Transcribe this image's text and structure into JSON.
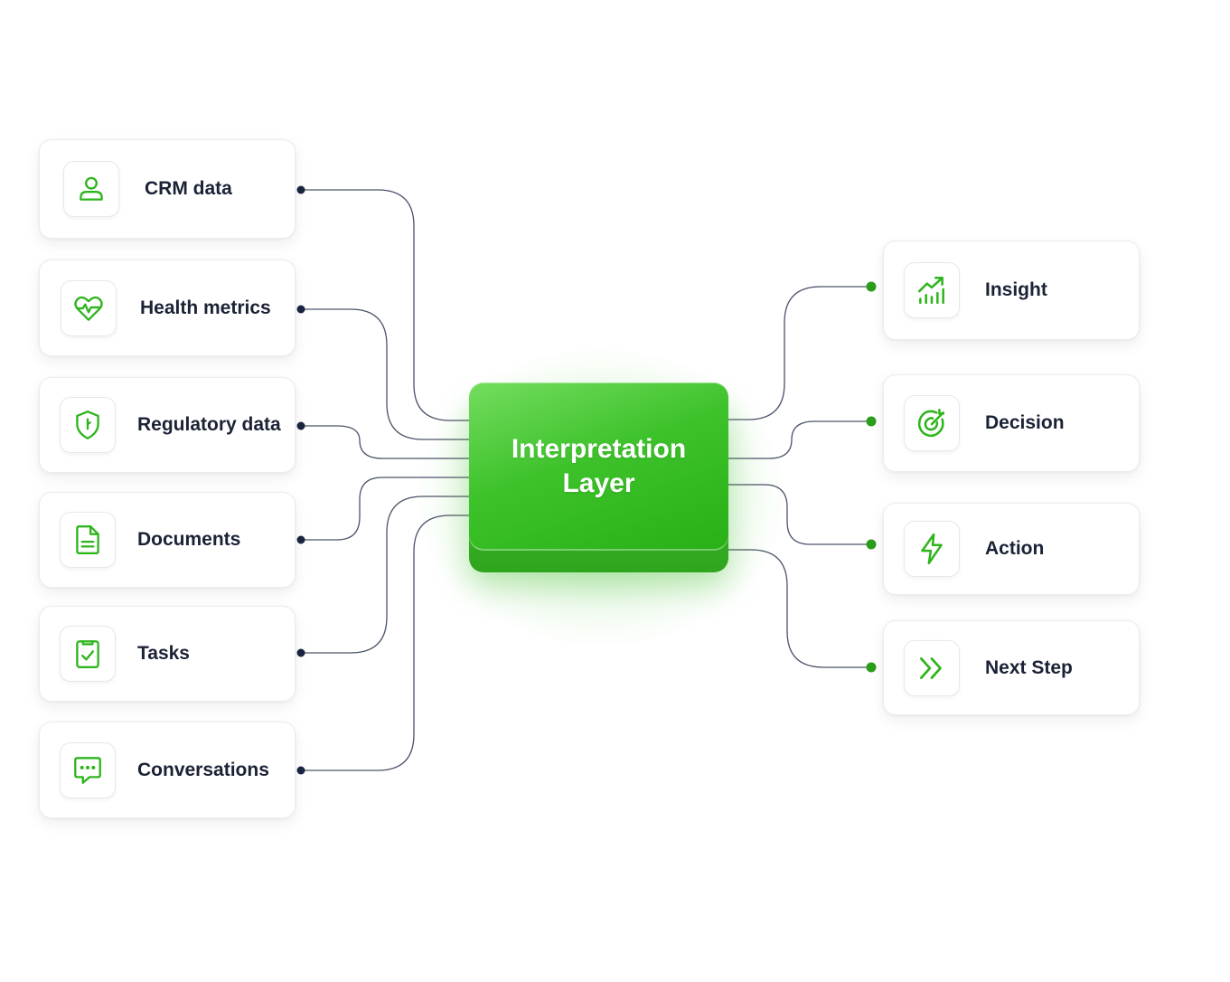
{
  "center": {
    "title": "Interpretation Layer"
  },
  "inputs": [
    {
      "label": "CRM data",
      "icon": "user-icon"
    },
    {
      "label": "Health metrics",
      "icon": "heart-pulse-icon"
    },
    {
      "label": "Regulatory data",
      "icon": "shield-icon"
    },
    {
      "label": "Documents",
      "icon": "document-icon"
    },
    {
      "label": "Tasks",
      "icon": "clipboard-check-icon"
    },
    {
      "label": "Conversations",
      "icon": "chat-bubble-icon"
    }
  ],
  "outputs": [
    {
      "label": "Insight",
      "icon": "chart-up-icon"
    },
    {
      "label": "Decision",
      "icon": "target-icon"
    },
    {
      "label": "Action",
      "icon": "lightning-icon"
    },
    {
      "label": "Next Step",
      "icon": "double-chevron-right-icon"
    }
  ],
  "colors": {
    "accent": "#2eb51c",
    "input_connector": "#1b2540",
    "output_connector": "#2a9e1b",
    "wire": "#4a5368",
    "text": "#1b2235"
  }
}
